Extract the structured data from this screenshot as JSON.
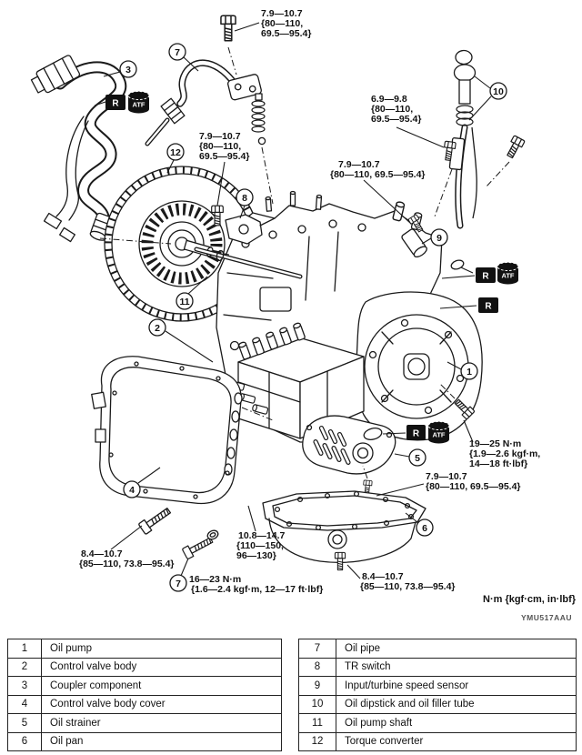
{
  "figure": {
    "unit_note": "N·m {kgf·cm, in·lbf}",
    "code": "YMU517AAU",
    "badge_r": "R",
    "badge_atf": "ATF"
  },
  "torque_labels": [
    {
      "part": "oil-pipe-upper-bolt",
      "lines": [
        "7.9—10.7",
        "{80—110,",
        "69.5—95.4}"
      ]
    },
    {
      "part": "oil-filler-tube-bolt",
      "lines": [
        "6.9—9.8",
        "{80—110,",
        "69.5—95.4}"
      ]
    },
    {
      "part": "tr-switch-bolt",
      "lines": [
        "7.9—10.7",
        "{80—110,",
        "69.5—95.4}"
      ]
    },
    {
      "part": "speed-sensor-bolt",
      "lines": [
        "7.9—10.7",
        "{80—110, 69.5—95.4}"
      ]
    },
    {
      "part": "oil-pump-bolt",
      "lines": [
        "19—25 N·m",
        "{1.9—2.6 kgf·m,",
        "14—18 ft·lbf}"
      ]
    },
    {
      "part": "oil-strainer-bolt",
      "lines": [
        "7.9—10.7",
        "{80—110, 69.5—95.4}"
      ]
    },
    {
      "part": "oil-pan-bolt",
      "lines": [
        "10.8—14.7",
        "{110—150,",
        "96—130}"
      ]
    },
    {
      "part": "valve-cover-bolt",
      "lines": [
        "8.4—10.7",
        "{85—110, 73.8—95.4}"
      ]
    },
    {
      "part": "pressure-plug",
      "lines": [
        "16—23 N·m",
        "{1.6—2.4 kgf·m, 12—17 ft·lbf}"
      ]
    },
    {
      "part": "drain-plug",
      "lines": [
        "8.4—10.7",
        "{85—110, 73.8—95.4}"
      ]
    }
  ],
  "callouts": [
    {
      "num": "1"
    },
    {
      "num": "2"
    },
    {
      "num": "3"
    },
    {
      "num": "4"
    },
    {
      "num": "5"
    },
    {
      "num": "6"
    },
    {
      "num": "7"
    },
    {
      "num": "7"
    },
    {
      "num": "8"
    },
    {
      "num": "9"
    },
    {
      "num": "10"
    },
    {
      "num": "11"
    },
    {
      "num": "12"
    }
  ],
  "legend": {
    "left_rows": [
      {
        "num": "1",
        "label": "Oil pump"
      },
      {
        "num": "2",
        "label": "Control valve body"
      },
      {
        "num": "3",
        "label": "Coupler component"
      },
      {
        "num": "4",
        "label": "Control valve body cover"
      },
      {
        "num": "5",
        "label": "Oil strainer"
      },
      {
        "num": "6",
        "label": "Oil pan"
      }
    ],
    "right_rows": [
      {
        "num": "7",
        "label": "Oil pipe"
      },
      {
        "num": "8",
        "label": "TR switch"
      },
      {
        "num": "9",
        "label": "Input/turbine speed sensor"
      },
      {
        "num": "10",
        "label": "Oil dipstick and oil filler tube"
      },
      {
        "num": "11",
        "label": "Oil pump shaft"
      },
      {
        "num": "12",
        "label": "Torque converter"
      }
    ]
  }
}
